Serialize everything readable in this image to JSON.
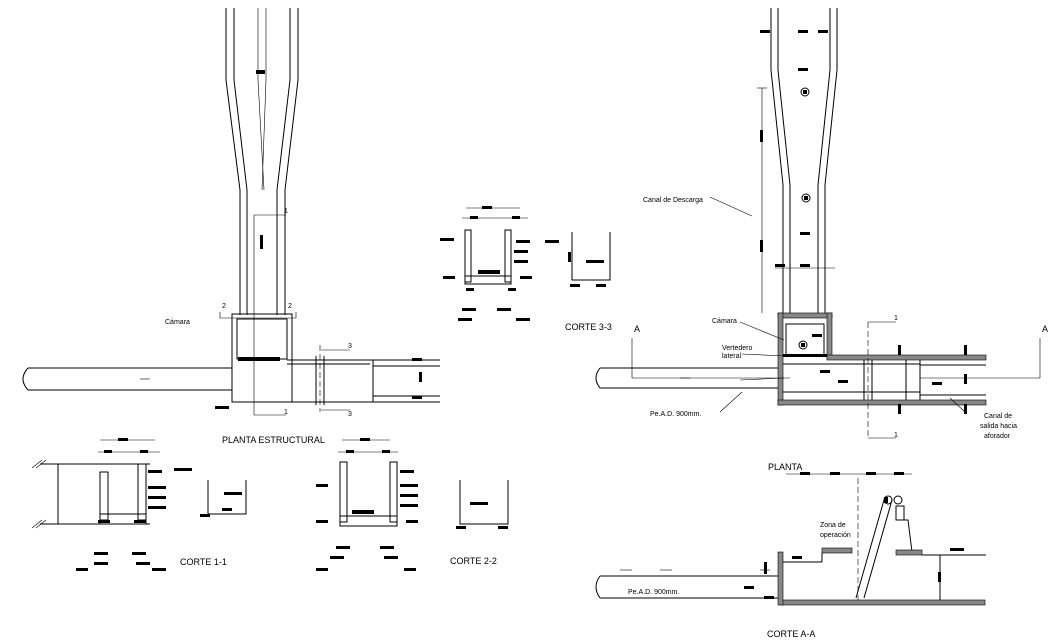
{
  "plan_view": {
    "title": "PLANTA ESTRUCTURAL",
    "camara_label": "Cámara",
    "section_marks": {
      "s1_top": "1",
      "s1_bottom": "1",
      "s2_left": "2",
      "s2_right": "2",
      "s3_top": "3",
      "s3_bottom": "3"
    }
  },
  "corte_1_1": {
    "title": "CORTE 1-1"
  },
  "corte_2_2": {
    "title": "CORTE 2-2"
  },
  "corte_3_3": {
    "title": "CORTE 3-3"
  },
  "plan_right": {
    "canal_descarga": "Canal de Descarga",
    "camara": "Cámara",
    "vertedero_line1": "Vertedero",
    "vertedero_line2": "lateral",
    "pipe_label": "Pe.A.D. 900mm.",
    "canal_salida_line1": "Canal de",
    "canal_salida_line2": "salida hacia",
    "canal_salida_line3": "aforador",
    "mark_a_left": "A",
    "mark_a_right": "A",
    "mark_1_top": "1",
    "mark_1_bottom": "1"
  },
  "corte_a_a": {
    "planta_label": "PLANTA",
    "zona_line1": "Zona de",
    "zona_line2": "operación",
    "pipe_label": "Pe.A.D. 900mm.",
    "title": "CORTE A-A"
  },
  "colors": {
    "ink": "#000000",
    "hatch": "#888888",
    "paper": "#ffffff"
  }
}
